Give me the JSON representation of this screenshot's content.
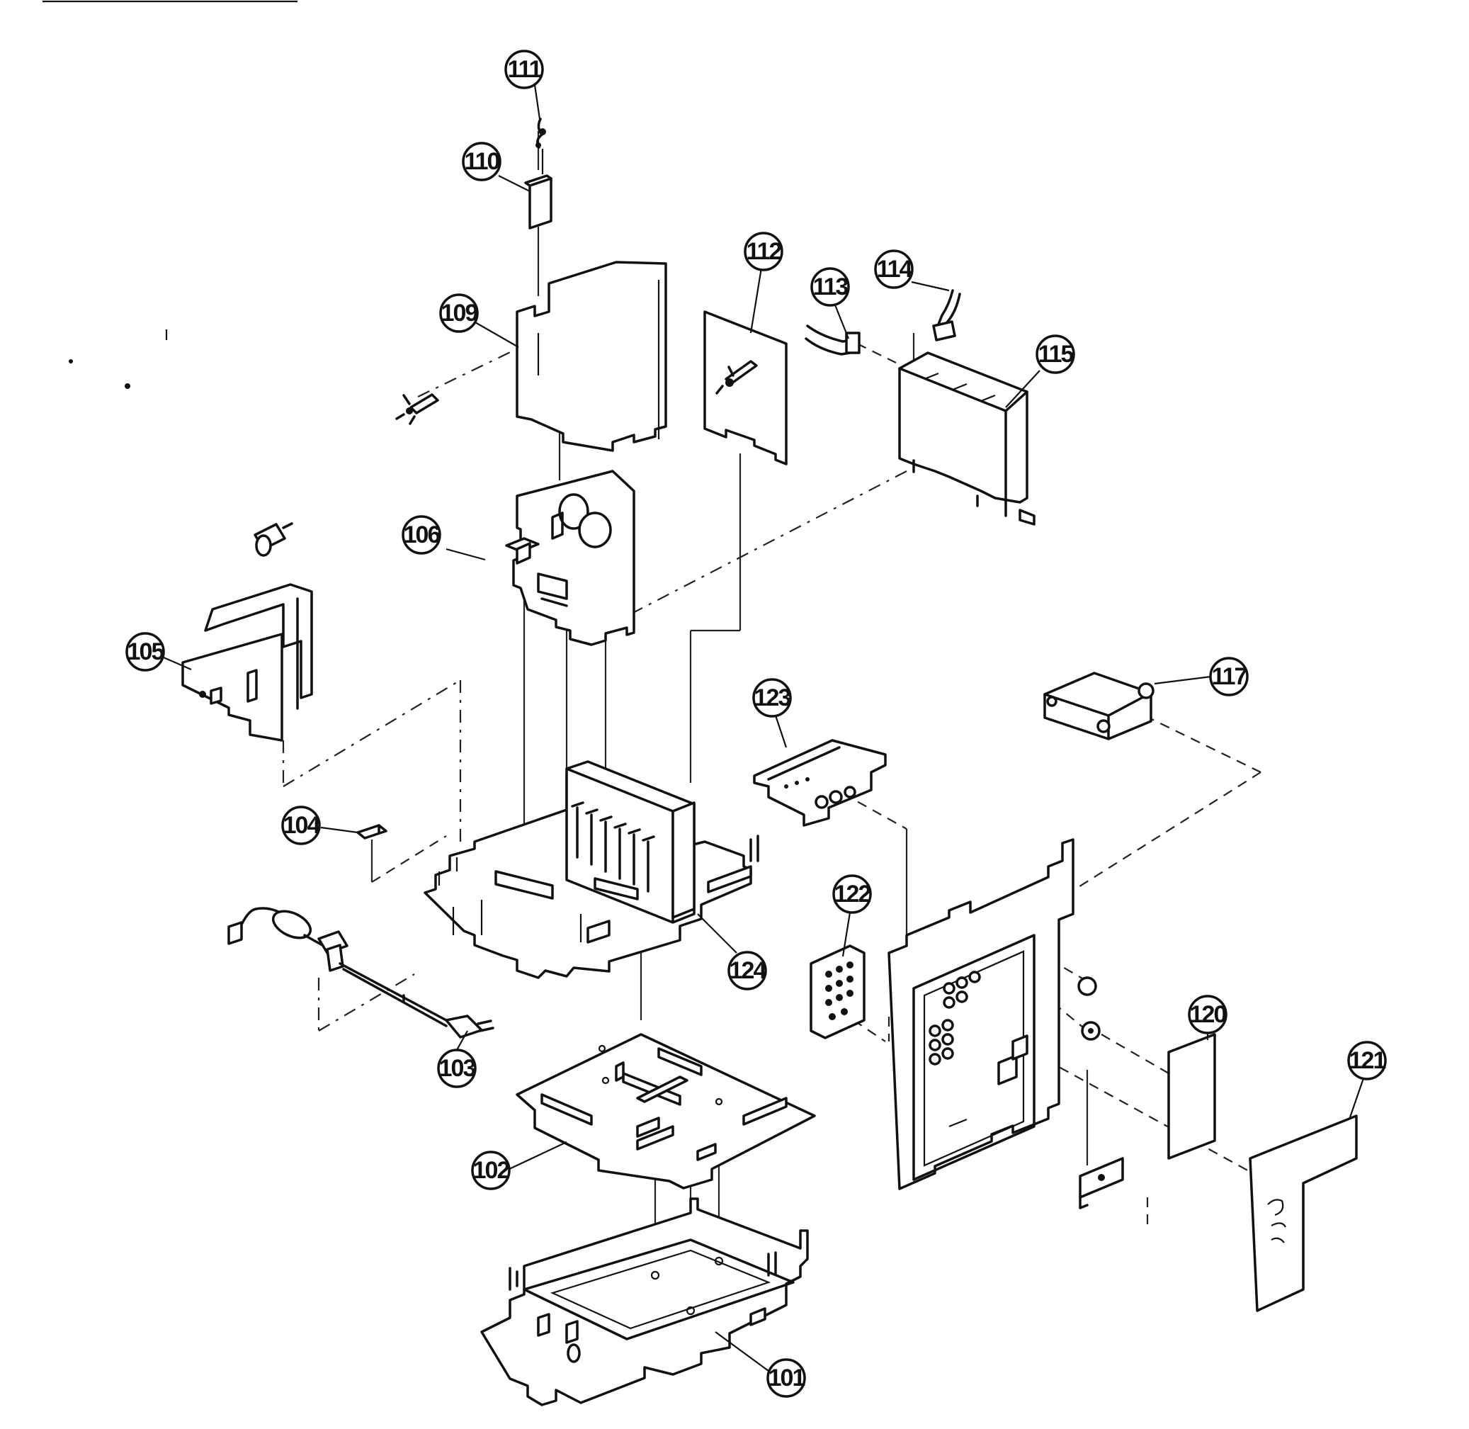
{
  "callouts": [
    {
      "id": "111",
      "label": "111"
    },
    {
      "id": "110",
      "label": "110"
    },
    {
      "id": "109",
      "label": "109"
    },
    {
      "id": "112",
      "label": "112"
    },
    {
      "id": "113",
      "label": "113"
    },
    {
      "id": "114",
      "label": "114"
    },
    {
      "id": "115",
      "label": "115"
    },
    {
      "id": "106",
      "label": "106"
    },
    {
      "id": "105",
      "label": "105"
    },
    {
      "id": "117",
      "label": "117"
    },
    {
      "id": "123",
      "label": "123"
    },
    {
      "id": "104",
      "label": "104"
    },
    {
      "id": "122",
      "label": "122"
    },
    {
      "id": "124",
      "label": "124"
    },
    {
      "id": "120",
      "label": "120"
    },
    {
      "id": "121",
      "label": "121"
    },
    {
      "id": "103",
      "label": "103"
    },
    {
      "id": "102",
      "label": "102"
    },
    {
      "id": "101",
      "label": "101"
    }
  ]
}
